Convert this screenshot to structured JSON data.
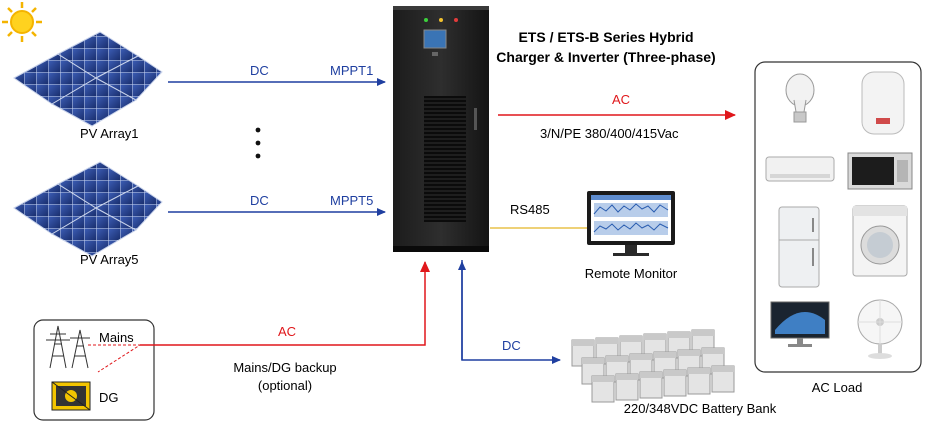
{
  "title": {
    "line1": "ETS / ETS-B Series Hybrid",
    "line2": "Charger & Inverter (Three-phase)"
  },
  "pv": {
    "array1": "PV Array1",
    "array5": "PV Array5",
    "ellipsis": ":"
  },
  "links": {
    "dc1": "DC",
    "mppt1": "MPPT1",
    "dc5": "DC",
    "mppt5": "MPPT5",
    "ac_out": "AC",
    "ac_spec": "3/N/PE 380/400/415Vac",
    "rs485": "RS485",
    "dc_batt": "DC",
    "ac_in": "AC",
    "backup1": "Mains/DG backup",
    "backup2": "(optional)"
  },
  "monitor": {
    "label": "Remote Monitor"
  },
  "battery": {
    "label": "220/348VDC Battery Bank"
  },
  "source": {
    "mains": "Mains",
    "dg": "DG"
  },
  "load": {
    "label": "AC Load"
  },
  "colors": {
    "dc_line": "#1f3fa0",
    "ac_line": "#e0171b",
    "rs485_line": "#e8c24a",
    "text_blue": "#1f3fa0",
    "text_red": "#e0171b"
  },
  "icons": [
    "sun-icon",
    "solar-panel-icon",
    "pylon-icon",
    "generator-icon",
    "bulb-icon",
    "water-heater-icon",
    "air-conditioner-icon",
    "microwave-icon",
    "fridge-icon",
    "washing-machine-icon",
    "tv-icon",
    "fan-icon",
    "monitor-icon",
    "battery-icon"
  ]
}
